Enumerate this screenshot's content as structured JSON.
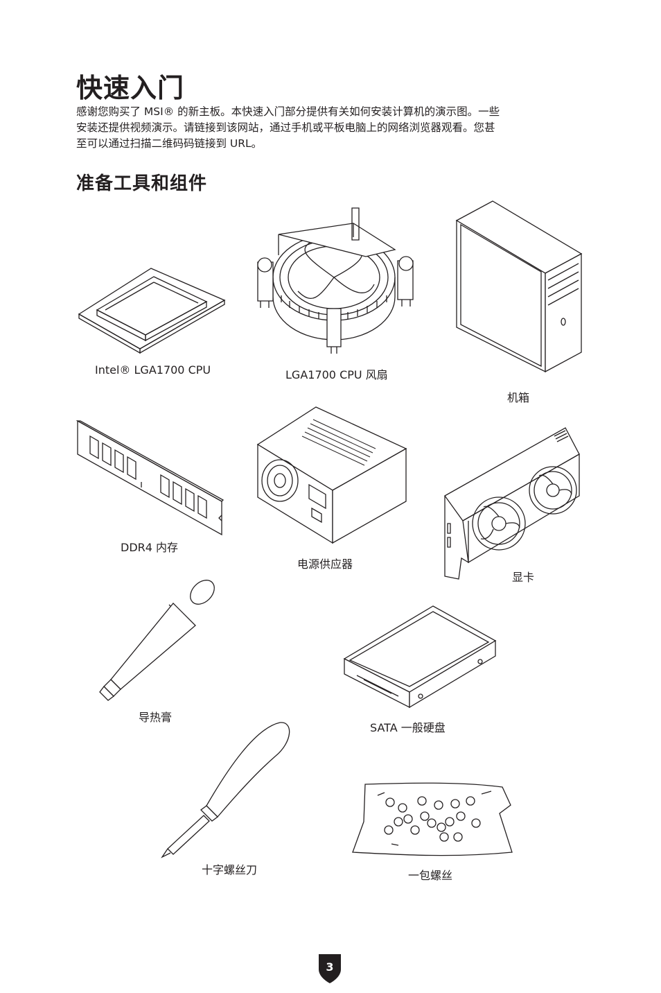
{
  "page": {
    "title": "快速入门",
    "intro_lines": [
      "感谢您购买了 MSI® 的新主板。本快速入门部分提供有关如何安装计算机的演示图。一些",
      "安装还提供视频演示。请链接到该网站，通过手机或平板电脑上的网络浏览器观看。您甚",
      "至可以通过扫描二维码码链接到 URL。"
    ],
    "section_title": "准备工具和组件",
    "page_number": "3"
  },
  "components": {
    "cpu": {
      "label": "Intel® LGA1700 CPU",
      "icon": "cpu-icon"
    },
    "cpu_fan": {
      "label": "LGA1700 CPU 风扇",
      "icon": "cpu-fan-icon"
    },
    "chassis": {
      "label": "机箱",
      "icon": "chassis-icon"
    },
    "ram": {
      "label": "DDR4 内存",
      "icon": "ram-icon"
    },
    "psu": {
      "label": "电源供应器",
      "icon": "psu-icon"
    },
    "gpu": {
      "label": "显卡",
      "icon": "graphics-card-icon"
    },
    "thermal_paste": {
      "label": "导热膏",
      "icon": "thermal-paste-icon"
    },
    "hdd": {
      "label": "SATA 一般硬盘",
      "icon": "hard-disk-icon"
    },
    "screwdriver": {
      "label": "十字螺丝刀",
      "icon": "screwdriver-icon"
    },
    "screws": {
      "label": "一包螺丝",
      "icon": "screws-icon"
    }
  },
  "colors": {
    "text": "#231f20",
    "line_art": "#231f20",
    "page_badge": "#231f20"
  }
}
